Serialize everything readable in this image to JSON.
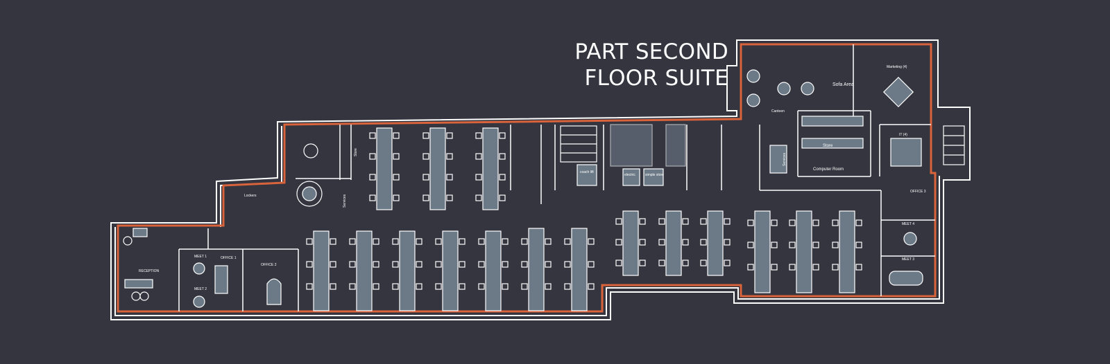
{
  "title": {
    "line1": "PART SECOND",
    "line2": "FLOOR SUITE"
  },
  "colors": {
    "background": "#353540",
    "walls": "#ffffff",
    "suite_outline": "#d9643c",
    "furniture_fill": "#6b7a86"
  },
  "rooms": {
    "reception": "RECEPTION",
    "office1": "OFFICE 1",
    "office2": "OFFICE 2",
    "meet1": "MEET 1",
    "meet2": "MEET 2",
    "lockers": "Lockers",
    "services_left": "Services",
    "store_left": "Store",
    "coach_lift": "coach lift",
    "electric": "electric",
    "simple_store": "simple store",
    "canteen": "Canteen",
    "sofa_area": "Sofa Area",
    "marketing": "Marketing (4)",
    "store_right": "Store",
    "services_right": "Services",
    "computer_room": "Computer Room",
    "office3": "OFFICE 3",
    "meet3": "MEET 3",
    "meet4": "MEET 4",
    "it_count": "IT (4)"
  }
}
